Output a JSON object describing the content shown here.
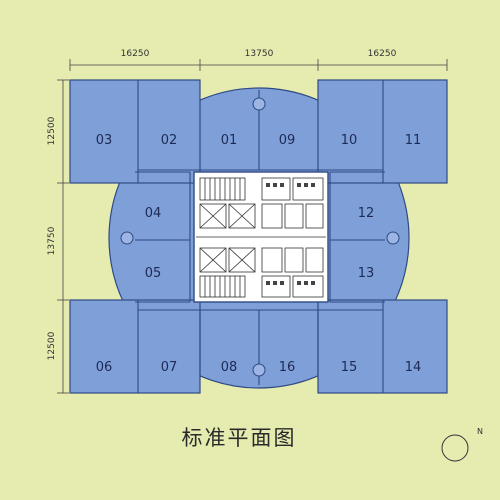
{
  "dimensions": {
    "top": [
      "16250",
      "13750",
      "16250"
    ],
    "left": [
      "12500",
      "13750",
      "12500"
    ]
  },
  "units": {
    "u01": "01",
    "u02": "02",
    "u03": "03",
    "u04": "04",
    "u05": "05",
    "u06": "06",
    "u07": "07",
    "u08": "08",
    "u09": "09",
    "u10": "10",
    "u11": "11",
    "u12": "12",
    "u13": "13",
    "u14": "14",
    "u15": "15",
    "u16": "16"
  },
  "title": "标准平面图",
  "compass": {
    "label": "N"
  },
  "colors": {
    "background": "#e6ebb0",
    "unit_fill": "#7f9fd8",
    "unit_stroke": "#2e4a84",
    "core_fill": "#ffffff"
  }
}
